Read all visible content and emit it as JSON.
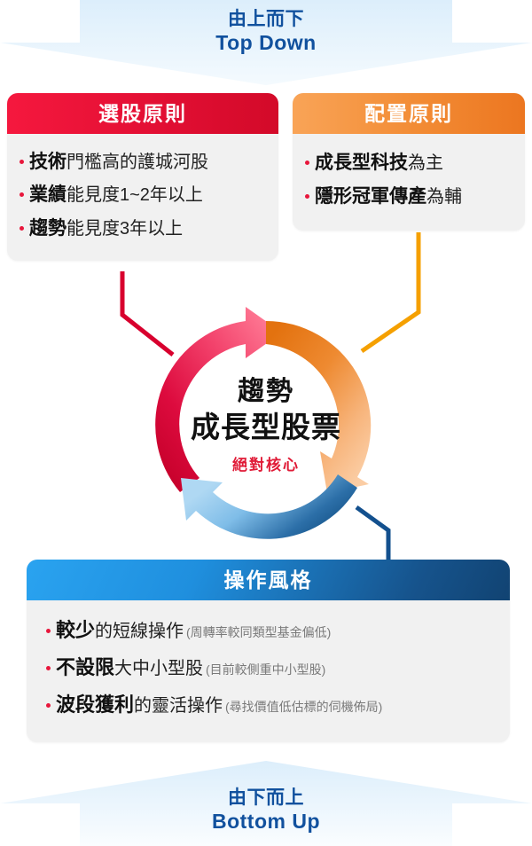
{
  "banners": {
    "top": {
      "cn": "由上而下",
      "en": "Top Down",
      "color": "#11519E",
      "shape": "down-chevron",
      "fill": "#E8F3FC"
    },
    "bottom": {
      "cn": "由下而上",
      "en": "Bottom Up",
      "color": "#11519E",
      "shape": "up-chevron",
      "fill": "#E8F3FC"
    }
  },
  "cards": {
    "stock_picking": {
      "title": "選股原則",
      "accent": "#E8173C",
      "bullets": [
        {
          "lead": "技術",
          "rest": "門檻高的護城河股",
          "note": ""
        },
        {
          "lead": "業績",
          "rest": "能見度1~2年以上",
          "note": ""
        },
        {
          "lead": "趨勢",
          "rest": "能見度3年以上",
          "note": ""
        }
      ]
    },
    "allocation": {
      "title": "配置原則",
      "accent": "#F08A2E",
      "bullets": [
        {
          "lead": "成長型科技",
          "rest": "為主",
          "note": ""
        },
        {
          "lead": "隱形冠軍傳產",
          "rest": "為輔",
          "note": ""
        }
      ]
    },
    "style": {
      "title": "操作風格",
      "accent": "#11519E",
      "bullets": [
        {
          "lead": "較少",
          "rest": "的短線操作",
          "note": "(周轉率較同類型基金偏低)"
        },
        {
          "lead": "不設限",
          "rest": "大中小型股",
          "note": "(目前較側重中小型股)"
        },
        {
          "lead": "波段獲利",
          "rest": "的靈活操作",
          "note": "(尋找價值低估標的伺機佈局)"
        }
      ]
    }
  },
  "cycle": {
    "line1": "趨勢",
    "line2": "成長型股票",
    "line3": "絕對核心",
    "line3_color": "#E01B37",
    "arcs": [
      {
        "name": "red-arc",
        "from_color": "#FF6A8A",
        "to_color": "#C9002E"
      },
      {
        "name": "orange-arc",
        "from_color": "#E8781A",
        "to_color": "#FBC79A"
      },
      {
        "name": "blue-arc",
        "from_color": "#9FD0F0",
        "to_color": "#0F4C81"
      }
    ]
  },
  "connectors": [
    {
      "name": "red-connector",
      "color": "#D8002E"
    },
    {
      "name": "orange-connector",
      "color": "#F5A000"
    },
    {
      "name": "blue-connector",
      "color": "#13508E"
    }
  ]
}
